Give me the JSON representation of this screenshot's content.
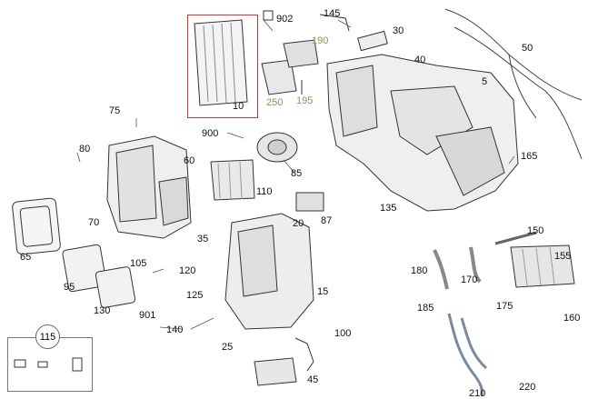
{
  "diagram": {
    "callouts": [
      {
        "id": "c902",
        "text": "902"
      },
      {
        "id": "c145",
        "text": "145"
      },
      {
        "id": "c30",
        "text": "30"
      },
      {
        "id": "c190",
        "text": "190",
        "color": "tan"
      },
      {
        "id": "c50",
        "text": "50"
      },
      {
        "id": "c40",
        "text": "40"
      },
      {
        "id": "c5",
        "text": "5"
      },
      {
        "id": "c250",
        "text": "250",
        "color": "tan"
      },
      {
        "id": "c195",
        "text": "195",
        "color": "tan"
      },
      {
        "id": "c10",
        "text": "10"
      },
      {
        "id": "c75",
        "text": "75"
      },
      {
        "id": "c900",
        "text": "900"
      },
      {
        "id": "c80",
        "text": "80"
      },
      {
        "id": "c60",
        "text": "60"
      },
      {
        "id": "c85",
        "text": "85"
      },
      {
        "id": "c165",
        "text": "165"
      },
      {
        "id": "c110",
        "text": "110"
      },
      {
        "id": "c20",
        "text": "20"
      },
      {
        "id": "c87",
        "text": "87"
      },
      {
        "id": "c135",
        "text": "135"
      },
      {
        "id": "c70",
        "text": "70"
      },
      {
        "id": "c150",
        "text": "150"
      },
      {
        "id": "c65",
        "text": "65"
      },
      {
        "id": "c35",
        "text": "35"
      },
      {
        "id": "c155",
        "text": "155"
      },
      {
        "id": "c105",
        "text": "105"
      },
      {
        "id": "c180",
        "text": "180"
      },
      {
        "id": "c170",
        "text": "170"
      },
      {
        "id": "c95",
        "text": "95"
      },
      {
        "id": "c120",
        "text": "120"
      },
      {
        "id": "c125",
        "text": "125"
      },
      {
        "id": "c15",
        "text": "15"
      },
      {
        "id": "c175",
        "text": "175"
      },
      {
        "id": "c185",
        "text": "185"
      },
      {
        "id": "c130",
        "text": "130"
      },
      {
        "id": "c160",
        "text": "160"
      },
      {
        "id": "c901",
        "text": "901"
      },
      {
        "id": "c140",
        "text": "140"
      },
      {
        "id": "c100",
        "text": "100"
      },
      {
        "id": "c25",
        "text": "25"
      },
      {
        "id": "c45",
        "text": "45"
      },
      {
        "id": "c210",
        "text": "210"
      },
      {
        "id": "c220",
        "text": "220"
      }
    ],
    "legend_circle": "115",
    "colors": {
      "highlight_box": "#c8372d",
      "tan_label": "#9a8a5a",
      "line": "#333333"
    }
  }
}
